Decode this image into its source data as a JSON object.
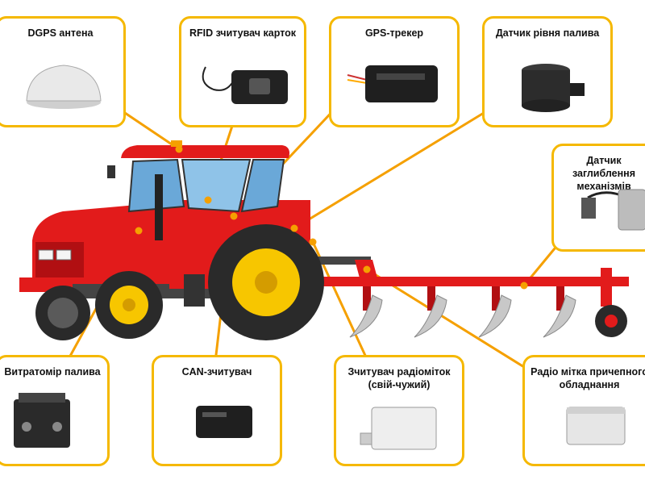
{
  "colors": {
    "card_border": "#f5b800",
    "connector": "#f5a000",
    "tractor_body": "#e21b1b",
    "tractor_dark": "#b10f12",
    "wheel_rim": "#f7c600",
    "tire": "#2a2a2a",
    "plow_share": "#c8c8c8"
  },
  "devices": [
    {
      "id": "dgps",
      "label": "DGPS антена",
      "icon": "dome-antenna-icon"
    },
    {
      "id": "rfid",
      "label": "RFID зчитувач карток",
      "icon": "card-reader-icon"
    },
    {
      "id": "gps",
      "label": "GPS-трекер",
      "icon": "tracker-box-icon"
    },
    {
      "id": "fuel_level",
      "label": "Датчик рівня палива",
      "icon": "fuel-level-sensor-icon"
    },
    {
      "id": "depth",
      "label": "Датчик заглиблення\nмеханізмів",
      "icon": "cable-sensor-icon"
    },
    {
      "id": "flow",
      "label": "Витратомір палива",
      "icon": "flow-meter-icon"
    },
    {
      "id": "can",
      "label": "CAN-зчитувач",
      "icon": "can-module-icon"
    },
    {
      "id": "radio_reader",
      "label": "Зчитувач радіоміток\n(свій-чужий)",
      "icon": "radio-reader-box-icon"
    },
    {
      "id": "radio_tag",
      "label": "Радіо мітка причепного\nобладнання",
      "icon": "radio-tag-box-icon"
    }
  ]
}
